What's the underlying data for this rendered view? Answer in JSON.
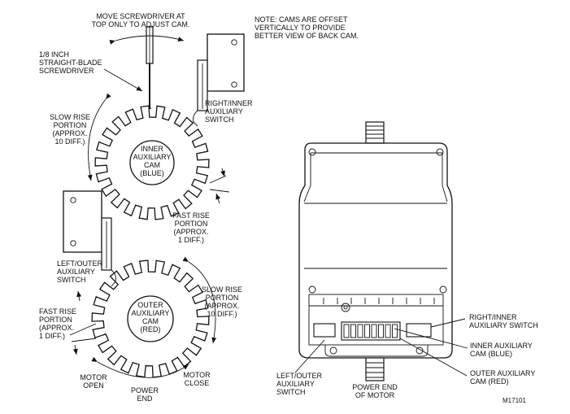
{
  "labels": {
    "move_screwdriver": [
      "MOVE SCREWDRIVER AT",
      "TOP ONLY TO ADJUST CAM."
    ],
    "note": [
      "NOTE: CAMS ARE OFFSET",
      "VERTICALLY TO PROVIDE",
      "BETTER VIEW OF BACK CAM."
    ],
    "screwdriver": [
      "1/8 INCH",
      "STRAIGHT-BLADE",
      "SCREWDRIVER"
    ],
    "right_inner_switch_left": [
      "RIGHT/INNER",
      "AUXILIARY",
      "SWITCH"
    ],
    "slow_rise_inner": [
      "SLOW RISE",
      "PORTION",
      "(APPROX.",
      "10 DIFF.)"
    ],
    "inner_cam": [
      "INNER",
      "AUXILIARY",
      "CAM",
      "(BLUE)"
    ],
    "fast_rise_inner": [
      "FAST RISE",
      "PORTION",
      "(APPROX.",
      "1 DIFF.)"
    ],
    "left_outer_switch_left": [
      "LEFT/OUTER",
      "AUXILIARY",
      "SWITCH"
    ],
    "slow_rise_outer": [
      "SLOW RISE",
      "PORTION",
      "(APPROX.",
      "10 DIFF.)"
    ],
    "outer_cam": [
      "OUTER",
      "AUXILIARY",
      "CAM",
      "(RED)"
    ],
    "fast_rise_outer": [
      "FAST RISE",
      "PORTION",
      "(APPROX.",
      "1 DIFF.)"
    ],
    "motor_open": [
      "MOTOR",
      "OPEN"
    ],
    "power_end": [
      "POWER",
      "END"
    ],
    "motor_close": [
      "MOTOR",
      "CLOSE"
    ],
    "right_inner_switch_right": [
      "RIGHT/INNER",
      "AUXILIARY SWITCH"
    ],
    "inner_cam_right": [
      "INNER AUXILIARY",
      "CAM (BLUE)"
    ],
    "outer_cam_right": [
      "OUTER AUXILIARY",
      "CAM (RED)"
    ],
    "left_outer_switch_right": [
      "LEFT/OUTER",
      "AUXILIARY",
      "SWITCH"
    ],
    "power_end_motor": [
      "POWER END",
      "OF MOTOR"
    ],
    "figure_id": "M17101"
  }
}
